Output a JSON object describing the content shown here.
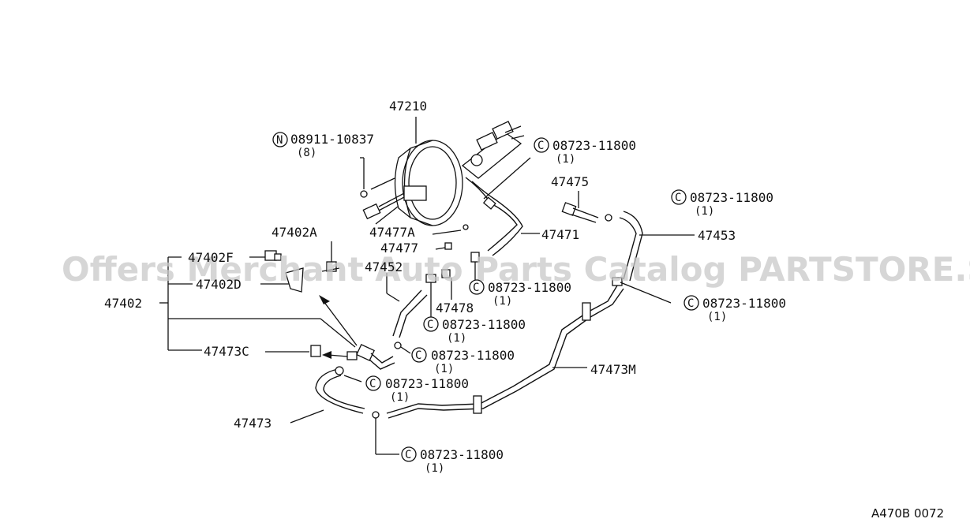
{
  "watermark": "Offers Merchant Auto Parts Catalog PARTSTORE.SA",
  "diagram_code": "A470B 0072",
  "labels": {
    "p47210": "47210",
    "p47402A": "47402A",
    "p47402F": "47402F",
    "p47402D": "47402D",
    "p47402": "47402",
    "p47473C": "47473C",
    "p47473": "47473",
    "p47477A": "47477A",
    "p47477": "47477",
    "p47452": "47452",
    "p47478": "47478",
    "p47471": "47471",
    "p47475": "47475",
    "p47453": "47453",
    "p47473M": "47473M"
  },
  "callouts": {
    "nut": {
      "symbol": "N",
      "part": "08911-10837",
      "qty": "(8)"
    },
    "clamp_top": {
      "symbol": "C",
      "part": "08723-11800",
      "qty": "(1)"
    },
    "clamp_right_top": {
      "symbol": "C",
      "part": "08723-11800",
      "qty": "(1)"
    },
    "clamp_mid": {
      "symbol": "C",
      "part": "08723-11800",
      "qty": "(1)"
    },
    "clamp_right_mid": {
      "symbol": "C",
      "part": "08723-11800",
      "qty": "(1)"
    },
    "clamp_center": {
      "symbol": "C",
      "part": "08723-11800",
      "qty": "(1)"
    },
    "clamp_lower": {
      "symbol": "C",
      "part": "08723-11800",
      "qty": "(1)"
    },
    "clamp_left_low": {
      "symbol": "C",
      "part": "08723-11800",
      "qty": "(1)"
    },
    "clamp_bottom": {
      "symbol": "C",
      "part": "08723-11800",
      "qty": "(1)"
    }
  }
}
